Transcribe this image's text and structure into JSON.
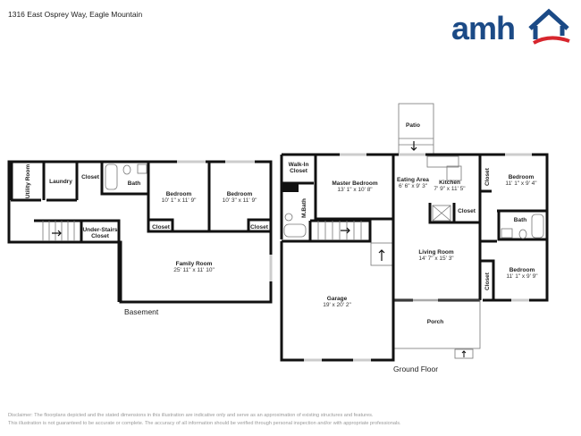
{
  "header": {
    "address": "1316 East Osprey Way, Eagle Mountain",
    "logo_text": "amh",
    "logo_colors": {
      "blue": "#1b4a86",
      "red": "#d7262e"
    }
  },
  "basement": {
    "label": "Basement",
    "rooms": {
      "utility": {
        "name": "Utility Room"
      },
      "laundry": {
        "name": "Laundry"
      },
      "closet_top": {
        "name": "Closet"
      },
      "bath": {
        "name": "Bath"
      },
      "bedroom1": {
        "name": "Bedroom",
        "dim": "10' 1\" x 11' 9\""
      },
      "bedroom2": {
        "name": "Bedroom",
        "dim": "10' 3\" x 11' 9\""
      },
      "closet_b1": {
        "name": "Closet"
      },
      "closet_b2": {
        "name": "Closet"
      },
      "under_stairs_1": {
        "name": "Under-Stairs"
      },
      "under_stairs_2": {
        "name": "Closet"
      },
      "family": {
        "name": "Family Room",
        "dim": "25' 11\" x 11' 10\""
      }
    }
  },
  "ground": {
    "label": "Ground Floor",
    "rooms": {
      "patio": {
        "name": "Patio"
      },
      "walkin_1": {
        "name": "Walk-In"
      },
      "walkin_2": {
        "name": "Closet"
      },
      "mbath": {
        "name": "M.Bath"
      },
      "master": {
        "name": "Master Bedroom",
        "dim": "13' 1\" x 10' 8\""
      },
      "eating": {
        "name": "Eating Area",
        "dim": "6' 6\" x 9' 3\""
      },
      "kitchen": {
        "name": "Kitchen",
        "dim": "7' 9\" x 11' 5\""
      },
      "kitchen_closet": {
        "name": "Closet"
      },
      "closet_bed1": {
        "name": "Closet"
      },
      "bedroom1": {
        "name": "Bedroom",
        "dim": "11' 1\" x 9' 4\""
      },
      "bath": {
        "name": "Bath"
      },
      "living": {
        "name": "Living Room",
        "dim": "14' 7\" x 15' 3\""
      },
      "closet_bed2": {
        "name": "Closet"
      },
      "bedroom2": {
        "name": "Bedroom",
        "dim": "11' 1\" x 9' 9\""
      },
      "garage": {
        "name": "Garage",
        "dim": "19' x 20' 2\""
      },
      "porch": {
        "name": "Porch"
      }
    }
  },
  "disclaimer": {
    "line1": "Disclaimer: The floorplans depicted and the stated dimensions in this illustration are indicative only and serve as an approximation of existing structures and features.",
    "line2": "This illustration is not guaranteed to be accurate or complete. The accuracy of all information should be verified through personal inspection and/or with appropriate professionals."
  }
}
